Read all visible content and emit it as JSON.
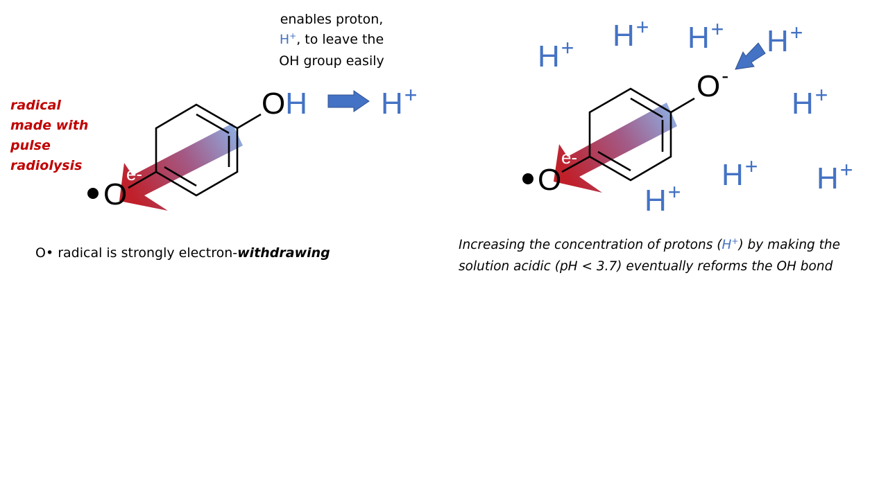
{
  "left": {
    "radical_note": [
      "radical",
      "made with",
      "pulse",
      "radiolysis"
    ],
    "enables": {
      "line1": "enables proton,",
      "line2_h": "H",
      "line2_plus": "+",
      "line2_rest": ", to leave the",
      "line3": "OH group easily"
    },
    "oh_o": "O",
    "oh_h": "H",
    "radical_o": "O",
    "e_minus": "e-",
    "proton": {
      "h": "H",
      "plus": "+"
    },
    "caption_start": "O• radical is strongly electron-",
    "caption_emph": "withdrawing"
  },
  "right": {
    "o_minus_o": "O",
    "o_minus_charge": "-",
    "radical_o": "O",
    "e_minus": "e-",
    "protons": [
      {
        "h": "H",
        "plus": "+"
      },
      {
        "h": "H",
        "plus": "+"
      },
      {
        "h": "H",
        "plus": "+"
      },
      {
        "h": "H",
        "plus": "+"
      },
      {
        "h": "H",
        "plus": "+"
      },
      {
        "h": "H",
        "plus": "+"
      },
      {
        "h": "H",
        "plus": "+"
      },
      {
        "h": "H",
        "plus": "+"
      }
    ],
    "caption_line1_a": "Increasing the concentration of protons (",
    "caption_line1_h": "H",
    "caption_line1_plus": "+",
    "caption_line1_b": ") by making the",
    "caption_line2": "solution acidic (pH < 3.7) eventually reforms the OH bond"
  },
  "colors": {
    "blue": "#4472C4",
    "dark_red": "#C00000",
    "arrow_red": "#C0202A",
    "black": "#000000"
  }
}
